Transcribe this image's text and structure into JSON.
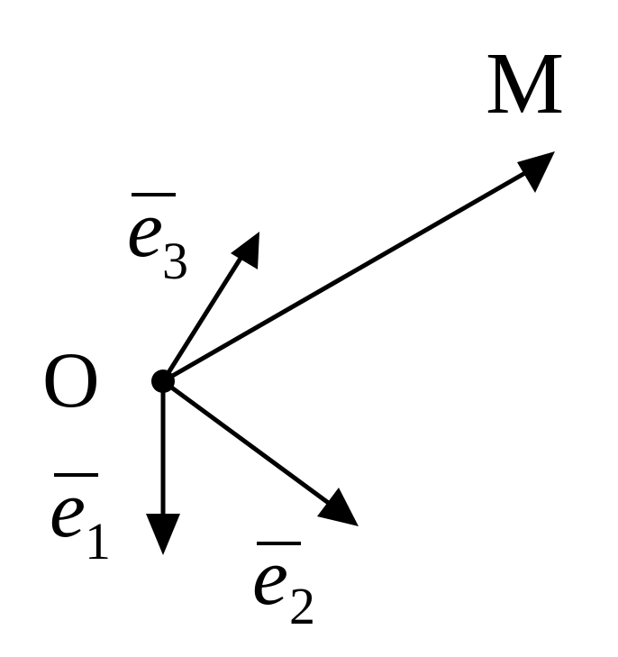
{
  "diagram": {
    "stroke_color": "#000000",
    "background": "#ffffff",
    "origin_label": "O",
    "point_label": "M",
    "vectors": [
      {
        "id": "e1",
        "symbol": "e",
        "subscript": "1"
      },
      {
        "id": "e2",
        "symbol": "e",
        "subscript": "2"
      },
      {
        "id": "e3",
        "symbol": "e",
        "subscript": "3"
      }
    ]
  }
}
